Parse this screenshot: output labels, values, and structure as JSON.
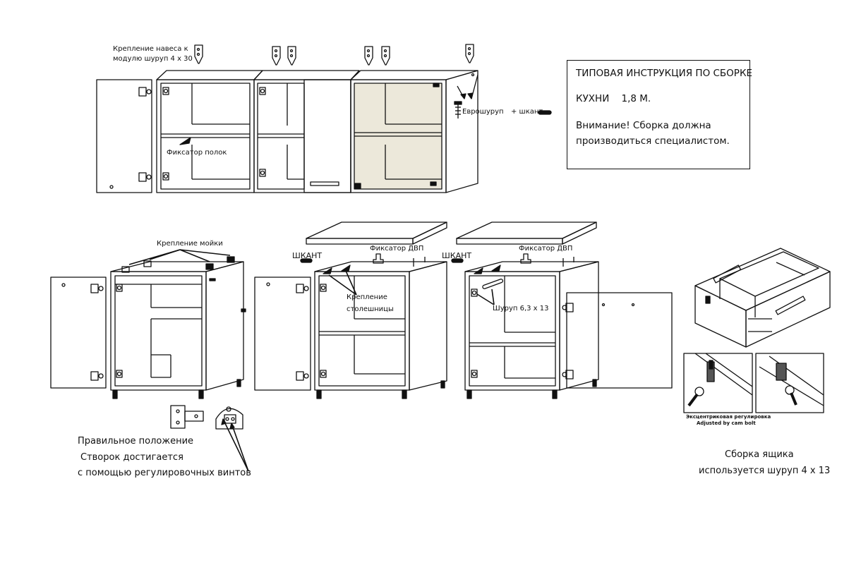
{
  "labels": {
    "hanger_mount_line1": "Крепление навеса к",
    "hanger_mount_line2": "модулю шуруп 4 х 30",
    "shelf_holder": "Фиксатор полок",
    "euroscrew": "Еврошуруп",
    "dowel_plus": "+ шкант",
    "sink_mount": "Крепление мойки",
    "dowel_1": "ШКАНТ",
    "dowel_2": "ШКАНТ",
    "fiberboard_holder_1": "Фиксатор ДВП",
    "fiberboard_holder_2": "Фиксатор ДВП",
    "countertop_mount_line1": "Крепление",
    "countertop_mount_line2": "столешницы",
    "screw_63": "Шуруп 6,3 х 13",
    "door_note_line1": "Правильное положение",
    "door_note_line2": "Створок достигается",
    "door_note_line3": "с помощью регулировочных винтов",
    "drawer_note_line1": "Сборка ящика",
    "drawer_note_line2": "используется шуруп 4 х 13",
    "cam_ru": "Эксцентриковая регулировка",
    "cam_en": "Adjusted by cam bolt"
  },
  "title_box": {
    "line1": "ТИПОВАЯ ИНСТРУКЦИЯ ПО СБОРКЕ",
    "line2": "КУХНИ    1,8 М.",
    "line3": "Внимание! Сборка должна",
    "line4": "производиться специалистом."
  },
  "colors": {
    "line": "#111111",
    "glass": "#ece8da",
    "background": "#ffffff"
  }
}
